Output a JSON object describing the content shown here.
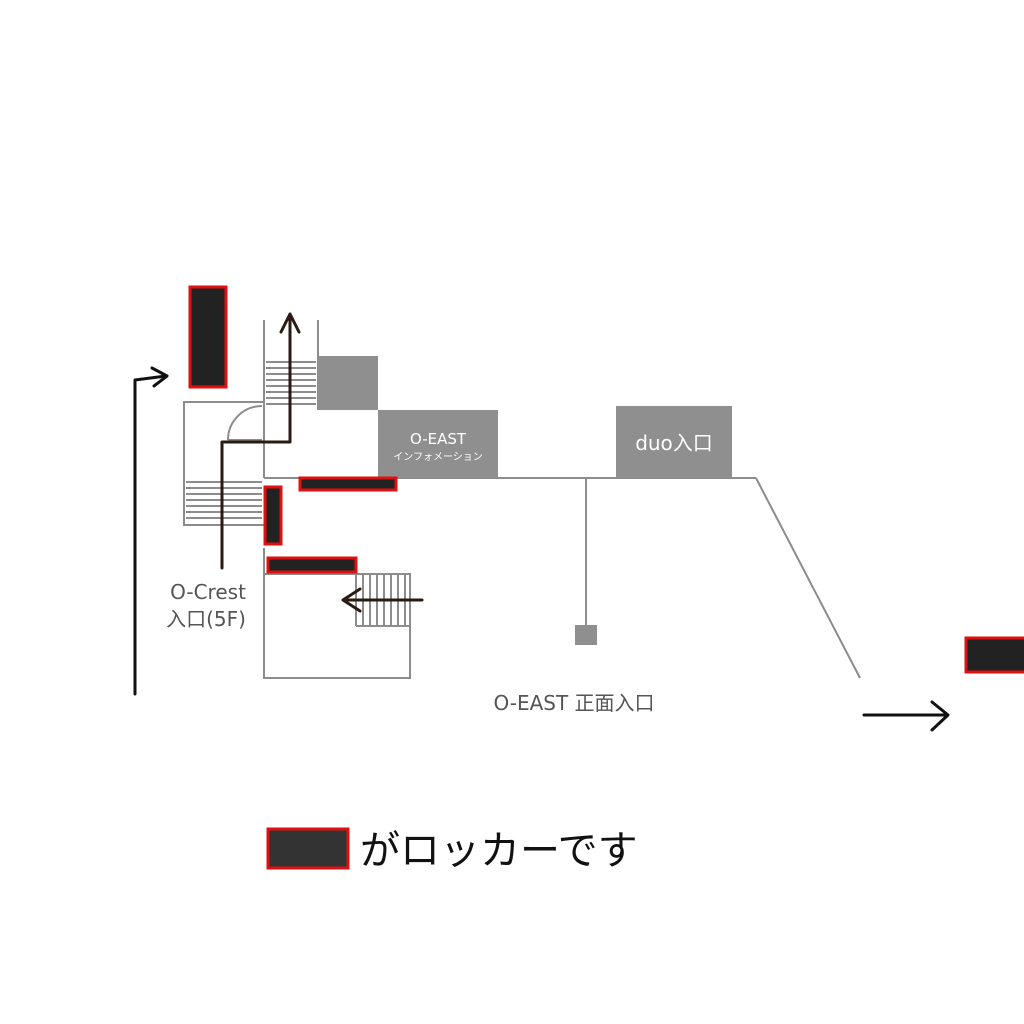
{
  "colors": {
    "locker_fill": "#222222",
    "locker_border": "#e01010",
    "building_gray": "#8f8f8f",
    "line_gray": "#8c8c8c",
    "route_arrow": "#2a1a12",
    "label_on_gray": "#ffffff",
    "label_dark": "#555555"
  },
  "labels": {
    "oeast_info_title": "O-EAST",
    "oeast_info_sub": "インフォメーション",
    "duo_entrance": "duo入口",
    "ocrest_line1": "O-Crest",
    "ocrest_line2": "入口(5F)",
    "oeast_main_entrance": "O-EAST 正面入口"
  },
  "legend": {
    "text": "がロッカーです"
  }
}
